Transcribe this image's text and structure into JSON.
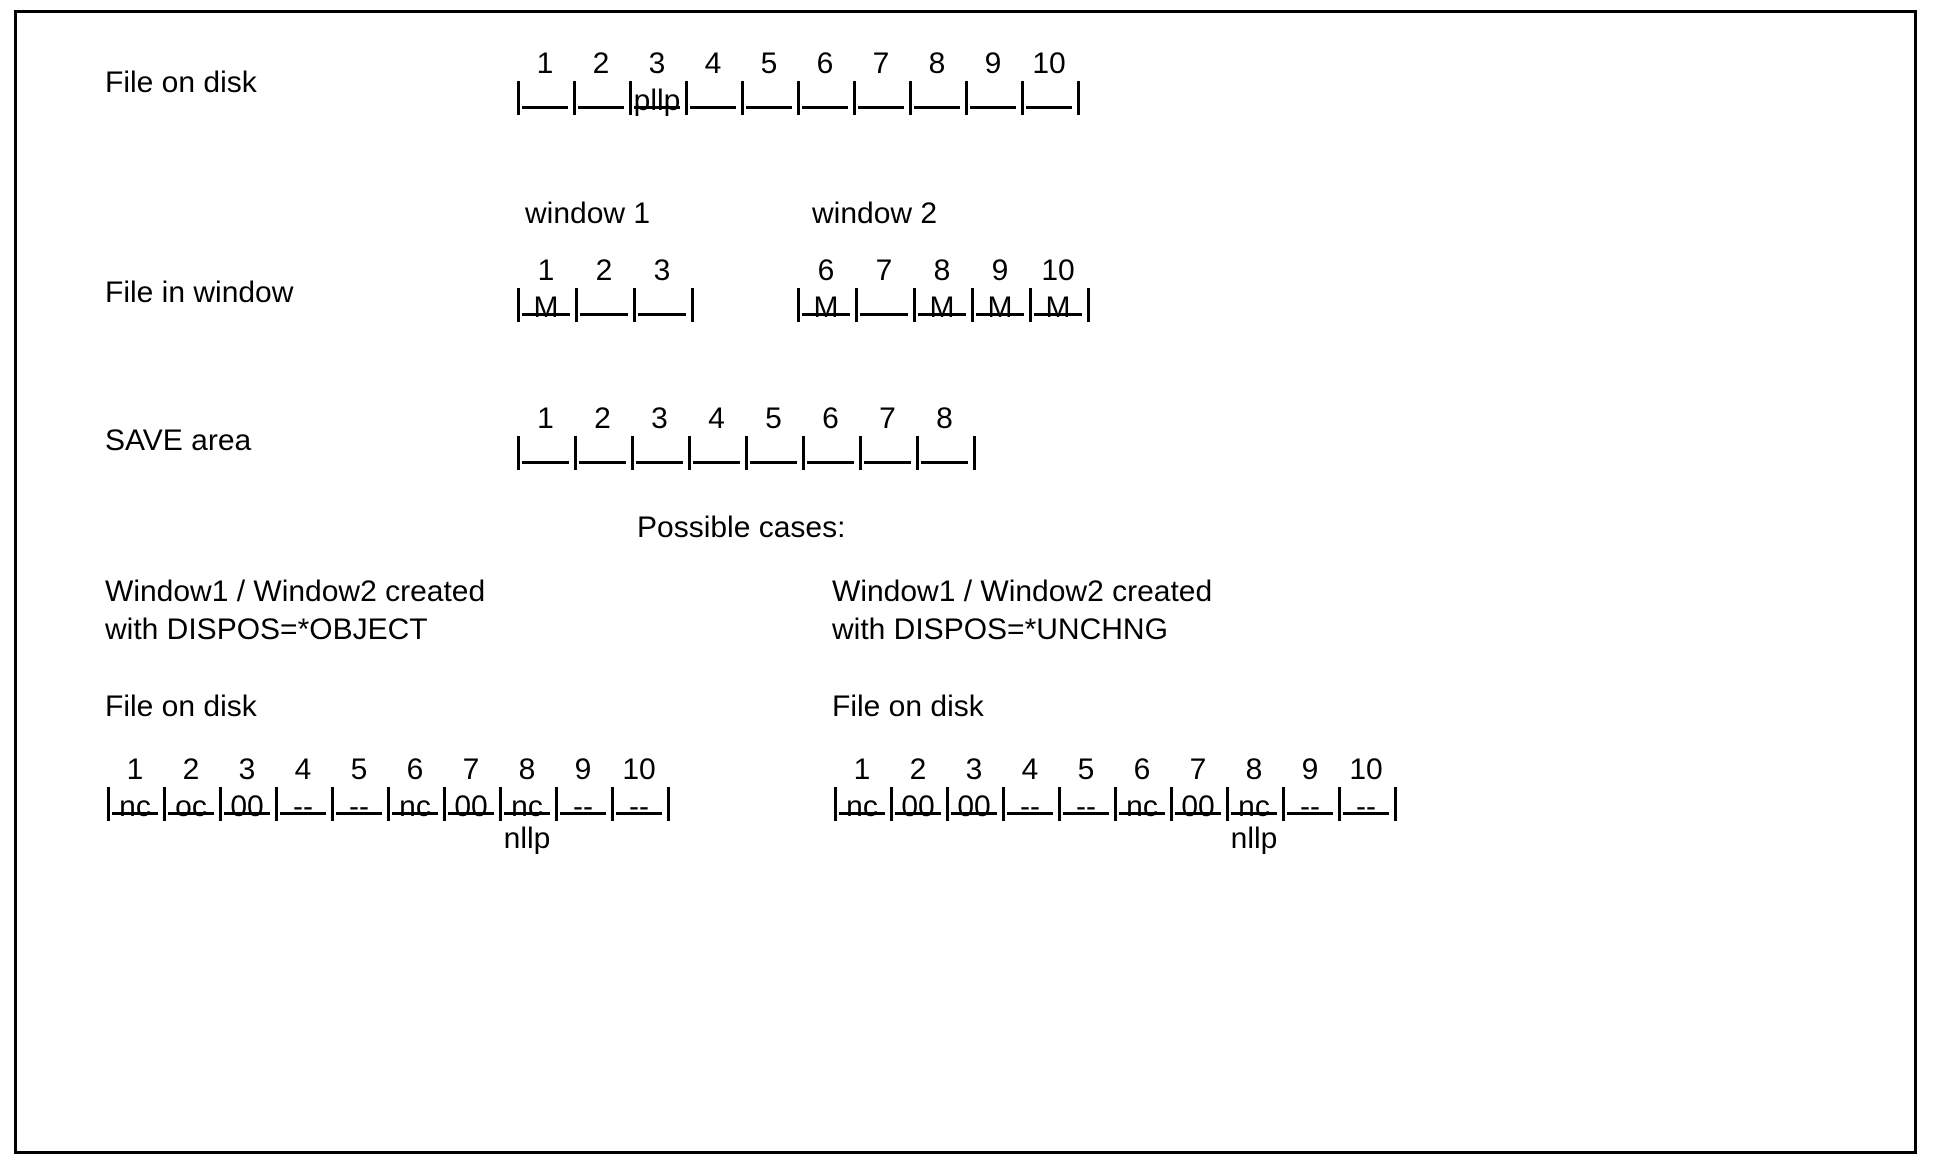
{
  "diagram": {
    "title_row1_label": "File on disk",
    "title_row2_label": "File in window",
    "title_row3_label": "SAVE area",
    "possible_cases_label": "Possible cases:",
    "window1_label": "window 1",
    "window2_label": "window 2",
    "pllp_label": "pllp"
  },
  "file_on_disk_top": {
    "label": "File on disk",
    "cells": [
      "1",
      "2",
      "3",
      "4",
      "5",
      "6",
      "7",
      "8",
      "9",
      "10"
    ],
    "caption": "pllp",
    "caption_under_cell": 3
  },
  "file_in_window": {
    "label": "File in window",
    "windows": [
      {
        "name": "window 1",
        "cells": [
          "1",
          "2",
          "3"
        ],
        "markers": [
          "M",
          "",
          ""
        ]
      },
      {
        "name": "window 2",
        "cells": [
          "6",
          "7",
          "8",
          "9",
          "10"
        ],
        "markers": [
          "M",
          "",
          "M",
          "M",
          "M"
        ]
      }
    ]
  },
  "save_area": {
    "label": "SAVE area",
    "cells": [
      "1",
      "2",
      "3",
      "4",
      "5",
      "6",
      "7",
      "8"
    ]
  },
  "cases": [
    {
      "heading": "Window1 / Window2 created\nwith DISPOS=*OBJECT",
      "subheading": "File on disk",
      "cells": [
        "1",
        "2",
        "3",
        "4",
        "5",
        "6",
        "7",
        "8",
        "9",
        "10"
      ],
      "states": [
        "nc",
        "oc",
        "00",
        "--",
        "--",
        "nc",
        "00",
        "nc",
        "--",
        "--"
      ],
      "caption": "nllp",
      "caption_under_cell": 8
    },
    {
      "heading": "Window1 / Window2 created\nwith DISPOS=*UNCHNG",
      "subheading": "File on disk",
      "cells": [
        "1",
        "2",
        "3",
        "4",
        "5",
        "6",
        "7",
        "8",
        "9",
        "10"
      ],
      "states": [
        "nc",
        "00",
        "00",
        "--",
        "--",
        "nc",
        "00",
        "nc",
        "--",
        "--"
      ],
      "caption": "nllp",
      "caption_under_cell": 8
    }
  ],
  "colors": {
    "ink": "#000000",
    "background": "#ffffff",
    "border": "#000000"
  }
}
